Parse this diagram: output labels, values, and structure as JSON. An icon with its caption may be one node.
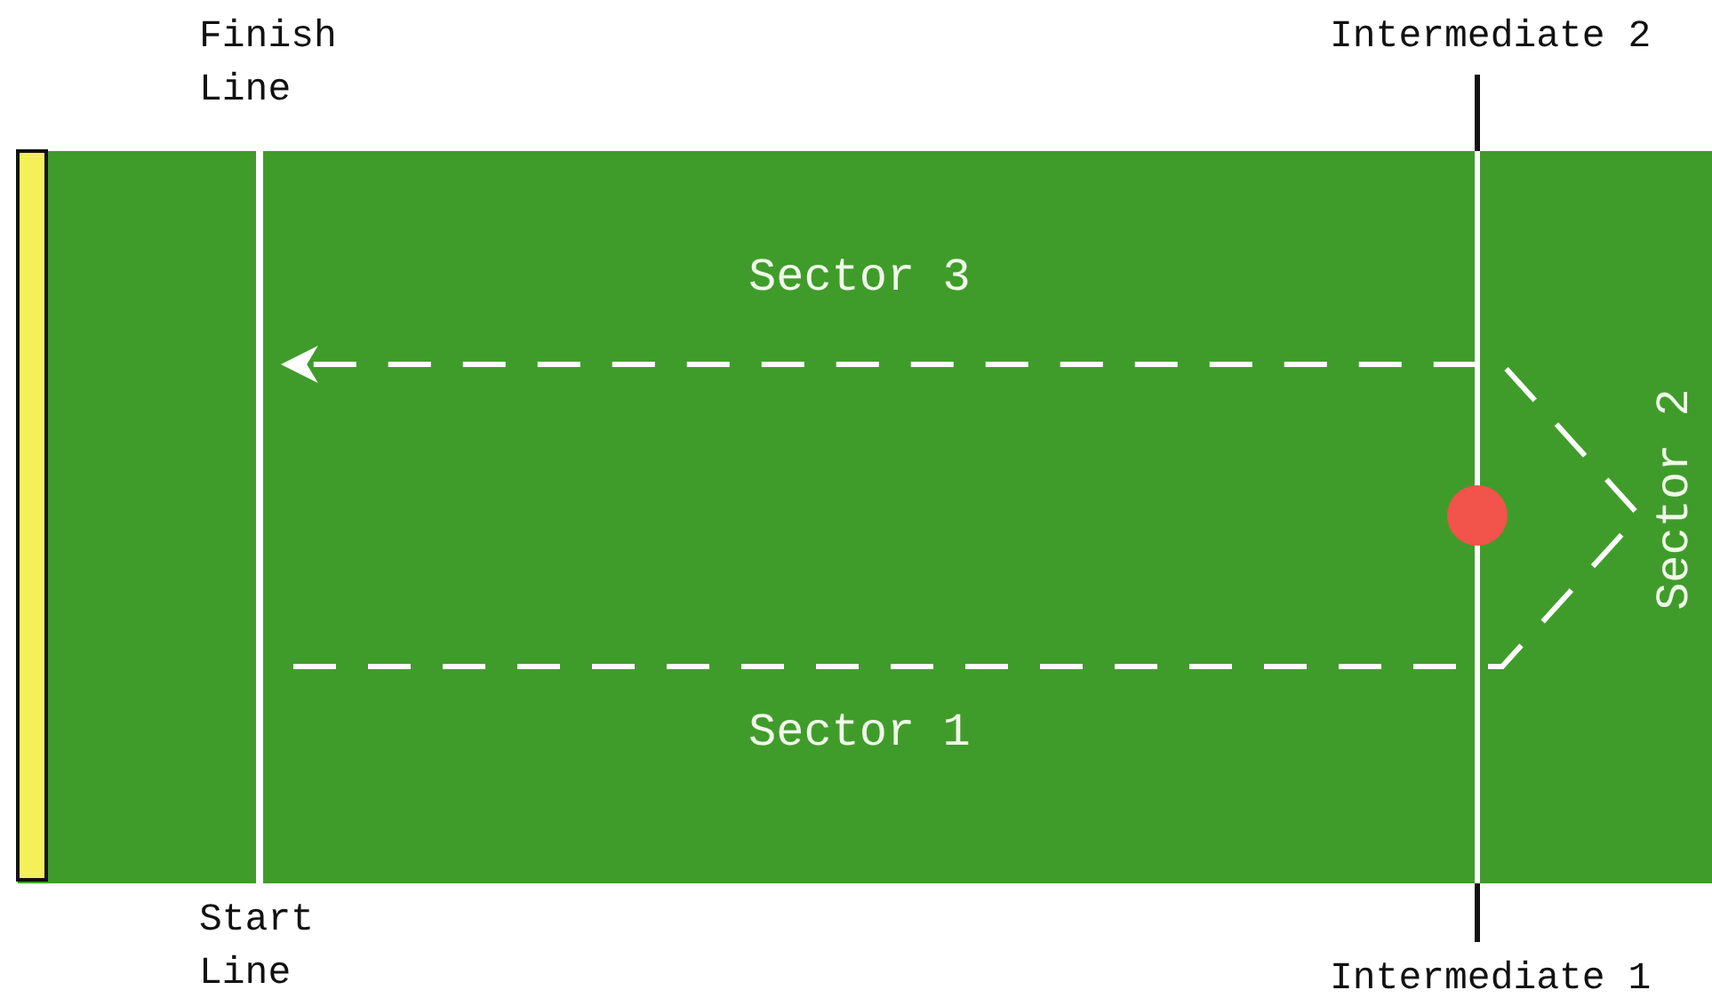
{
  "diagram": {
    "labels": [
      "Finish Line",
      "Intermediate 2",
      "Sector 3",
      "Sector 2",
      "Sector 1",
      "Start Line",
      "Intermediate 1"
    ]
  }
}
